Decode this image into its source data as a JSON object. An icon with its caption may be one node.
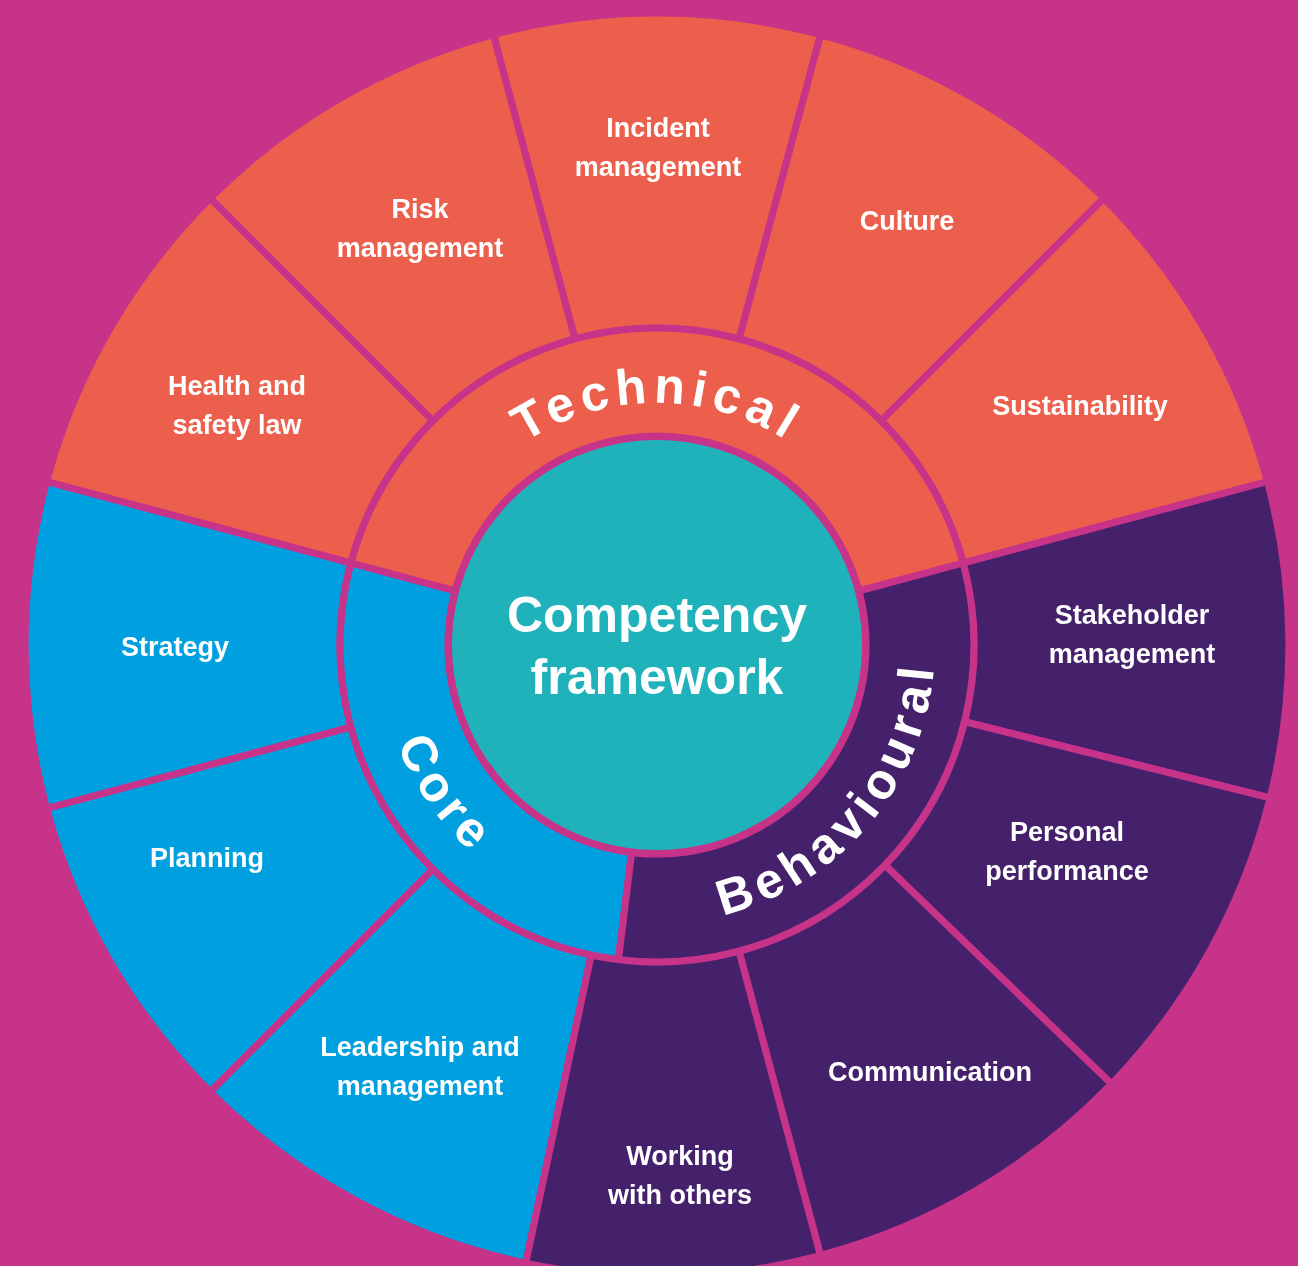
{
  "diagram": {
    "nodes": [
      {
        "text": [
          "Competency framework"
        ]
      },
      {
        "text": [
          "Technical"
        ]
      },
      {
        "text": [
          "Core"
        ]
      },
      {
        "text": [
          "Behavioural"
        ]
      },
      {
        "text": [
          "Health and safety law"
        ]
      },
      {
        "text": [
          "Risk management"
        ]
      },
      {
        "text": [
          "Incident management"
        ]
      },
      {
        "text": [
          "Culture"
        ]
      },
      {
        "text": [
          "Sustainability"
        ]
      },
      {
        "text": [
          "Stakeholder management"
        ]
      },
      {
        "text": [
          "Personal performance"
        ]
      },
      {
        "text": [
          "Communication"
        ]
      },
      {
        "text": [
          "Working with others"
        ]
      },
      {
        "text": [
          "Strategy"
        ]
      },
      {
        "text": [
          "Planning"
        ]
      },
      {
        "text": [
          "Leadership and management"
        ]
      }
    ]
  }
}
